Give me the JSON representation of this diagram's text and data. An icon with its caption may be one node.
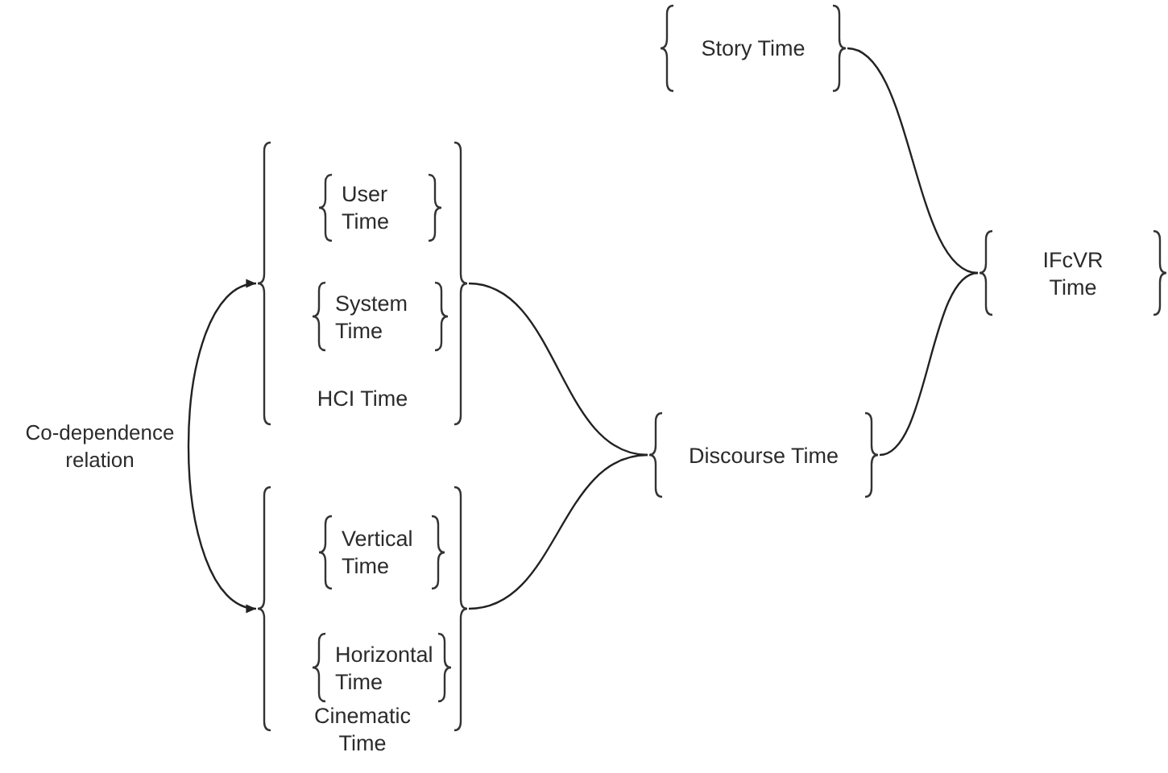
{
  "diagram": {
    "nodes": [
      {
        "text": [
          "Story Time"
        ]
      },
      {
        "text": [
          "HCI Time"
        ]
      },
      {
        "text": [
          "User Time"
        ],
        "in": 1
      },
      {
        "text": [
          "System Time"
        ],
        "in": 1
      },
      {
        "text": [
          "IFcVR Time"
        ]
      },
      {
        "text": [
          "Discourse Time"
        ]
      },
      {
        "text": [
          "Cinematic Time"
        ]
      },
      {
        "text": [
          "Vertical Time"
        ],
        "in": 6
      },
      {
        "text": [
          "Horizontal Time"
        ],
        "in": 6
      }
    ],
    "edges": [
      {
        "from": 1,
        "to": 6,
        "arrow": "both",
        "label": "Co-dependence relation"
      },
      {
        "from": 0,
        "to": 4,
        "arrow": "none"
      },
      {
        "from": 1,
        "to": 5,
        "arrow": "none"
      },
      {
        "from": 6,
        "to": 5,
        "arrow": "none"
      },
      {
        "from": 5,
        "to": 4,
        "arrow": "none"
      }
    ]
  }
}
